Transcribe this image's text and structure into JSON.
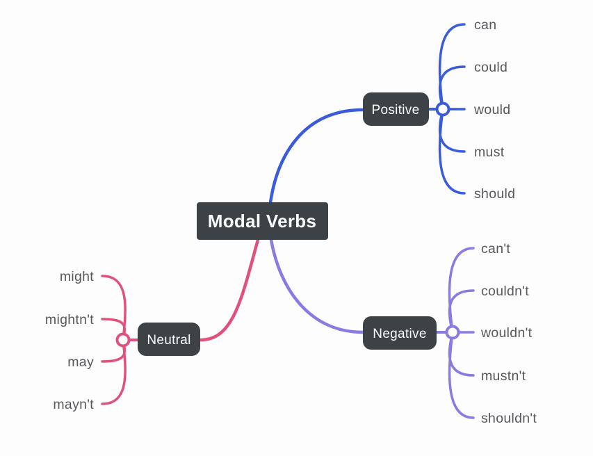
{
  "root": {
    "label": "Modal Verbs"
  },
  "colors": {
    "positive": "#3a5cdc",
    "negative": "#8a7ae2",
    "neutral": "#e0517c",
    "node_bg": "#3c4246",
    "node_text": "#fbfcfd",
    "leaf_text": "#56585c",
    "background": "#fdfdfe"
  },
  "branches": {
    "positive": {
      "label": "Positive",
      "children": [
        "can",
        "could",
        "would",
        "must",
        "should"
      ]
    },
    "negative": {
      "label": "Negative",
      "children": [
        "can't",
        "couldn't",
        "wouldn't",
        "mustn't",
        "shouldn't"
      ]
    },
    "neutral": {
      "label": "Neutral",
      "children": [
        "might",
        "mightn't",
        "may",
        "mayn't"
      ]
    }
  }
}
